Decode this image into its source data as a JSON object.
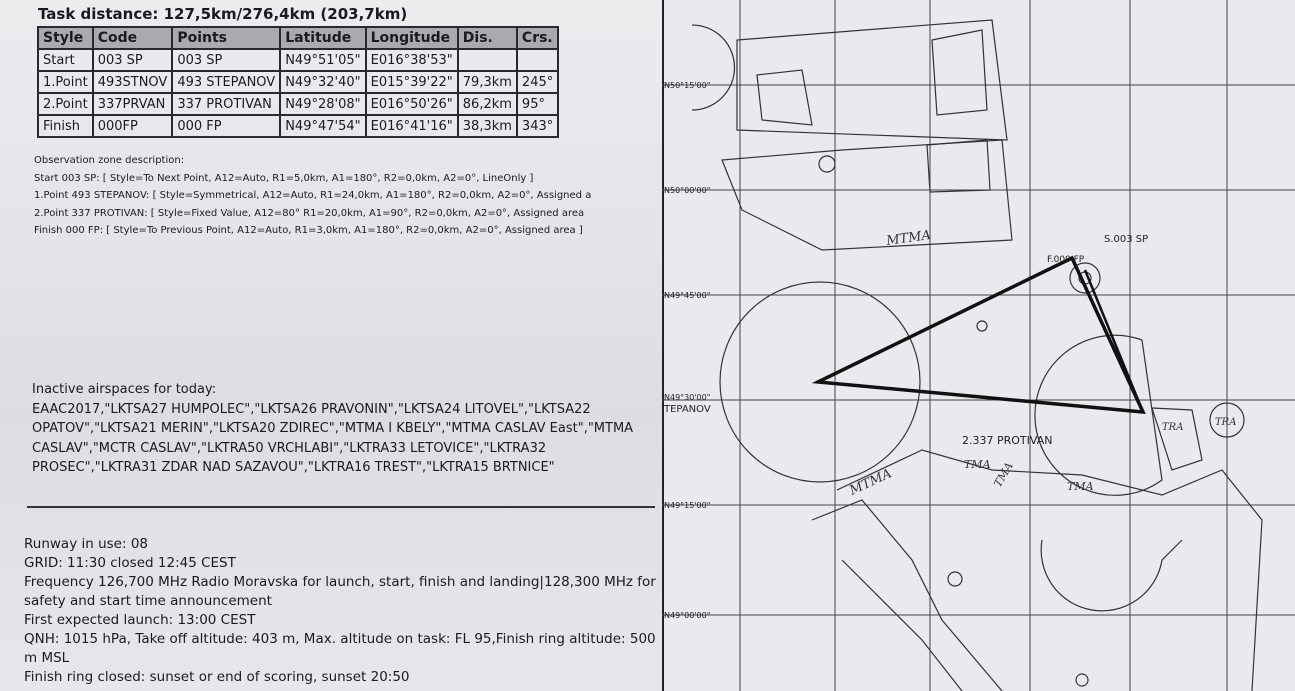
{
  "task": {
    "title": "Task distance: 127,5km/276,4km (203,7km)",
    "columns": [
      "Style",
      "Code",
      "Points",
      "Latitude",
      "Longitude",
      "Dis.",
      "Crs."
    ],
    "rows": [
      [
        "Start",
        "003 SP",
        "003 SP",
        "N49°51'05\"",
        "E016°38'53\"",
        "",
        ""
      ],
      [
        "1.Point",
        "493STNOV",
        "493 STEPANOV",
        "N49°32'40\"",
        "E015°39'22\"",
        "79,3km",
        "245°"
      ],
      [
        "2.Point",
        "337PRVAN",
        "337 PROTIVAN",
        "N49°28'08\"",
        "E016°50'26\"",
        "86,2km",
        "95°"
      ],
      [
        "Finish",
        "000FP",
        "000 FP",
        "N49°47'54\"",
        "E016°41'16\"",
        "38,3km",
        "343°"
      ]
    ]
  },
  "observation_zones": {
    "heading": "Observation zone description:",
    "lines": [
      "Start 003 SP: [ Style=To Next Point, A12=Auto, R1=5,0km, A1=180°, R2=0,0km, A2=0°, LineOnly ]",
      "1.Point 493 STEPANOV: [ Style=Symmetrical, A12=Auto, R1=24,0km, A1=180°, R2=0,0km, A2=0°, Assigned a",
      "2.Point 337 PROTIVAN: [ Style=Fixed Value, A12=80° R1=20,0km, A1=90°, R2=0,0km, A2=0°, Assigned area",
      "Finish 000 FP: [ Style=To Previous Point, A12=Auto, R1=3,0km, A1=180°, R2=0,0km, A2=0°, Assigned area ]"
    ]
  },
  "inactive_airspaces": {
    "heading": "Inactive airspaces for today:",
    "text": "EAAC2017,\"LKTSA27 HUMPOLEC\",\"LKTSA26 PRAVONIN\",\"LKTSA24 LITOVEL\",\"LKTSA22 OPATOV\",\"LKTSA21 MERIN\",\"LKTSA20 ZDIREC\",\"MTMA I KBELY\",\"MTMA CASLAV East\",\"MTMA CASLAV\",\"MCTR CASLAV\",\"LKTRA50 VRCHLABI\",\"LKTRA33 LETOVICE\",\"LKTRA32 PROSEC\",\"LKTRA31 ZDAR NAD SAZAVOU\",\"LKTRA16 TREST\",\"LKTRA15 BRTNICE\""
  },
  "info": [
    "Runway in use: 08",
    "GRID: 11:30 closed 12:45 CEST",
    "Frequency 126,700 MHz Radio Moravska for launch, start, finish and landing|128,300 MHz for safety and start time announcement",
    "First expected launch: 13:00 CEST",
    "QNH: 1015 hPa, Take off altitude: 403 m, Max. altitude on task: FL 95,Finish ring altitude: 500 m MSL",
    "Finish ring closed: sunset or end of scoring, sunset 20:50"
  ],
  "map": {
    "lat_labels": [
      "N50°15'00\"",
      "N50°00'00\"",
      "N49°45'00\"",
      "N49°30'00\"",
      "N49°15'00\"",
      "N49°00'00\""
    ],
    "point_labels": {
      "start": "S.003 SP",
      "finish": "F.000 FP",
      "tp1": "TEPANOV",
      "tp2": "2.337 PROTIVAN"
    },
    "handwritten": [
      "MTMA",
      "MTMA",
      "TMA",
      "TMA",
      "TMA",
      "TRA",
      "TRA"
    ]
  }
}
